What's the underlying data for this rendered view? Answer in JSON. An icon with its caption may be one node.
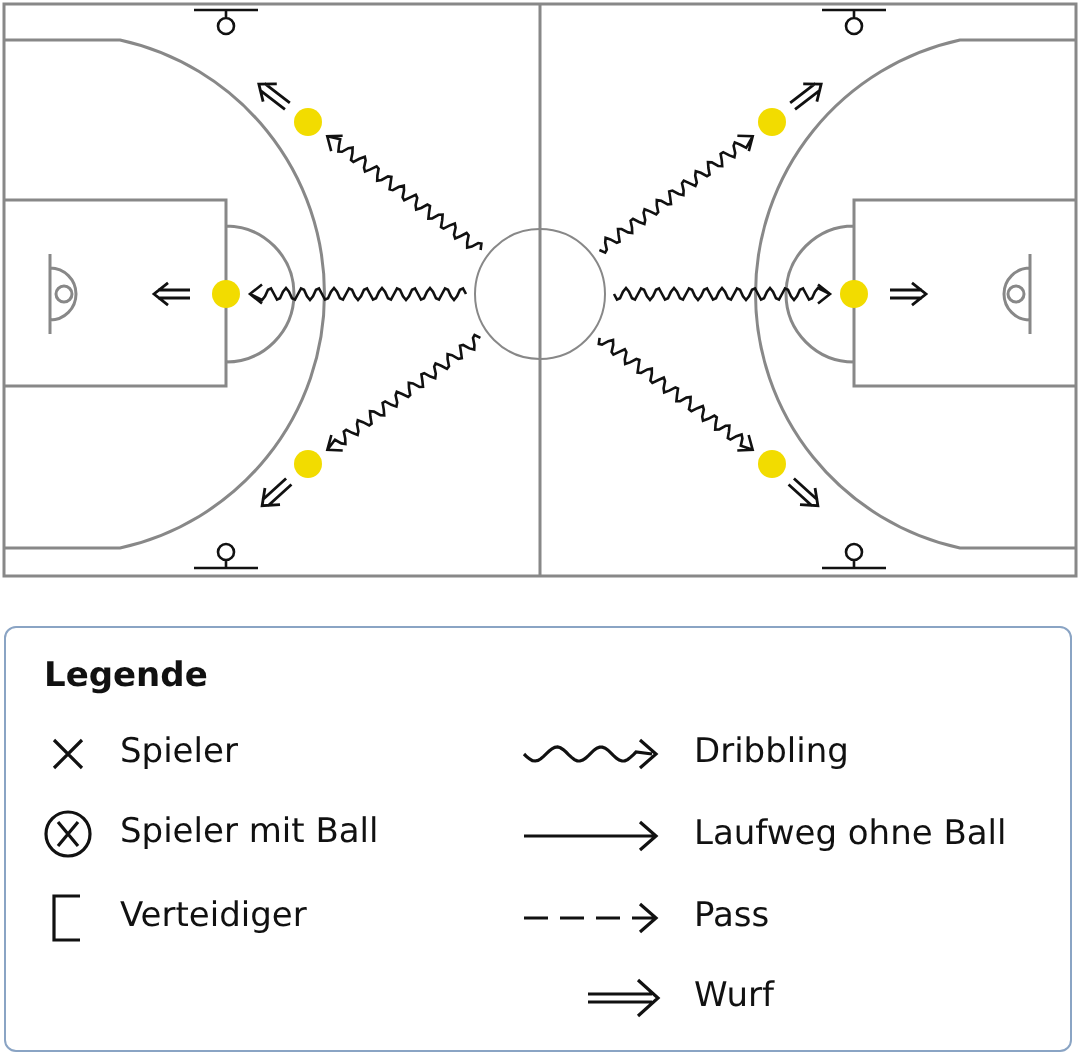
{
  "diagram": {
    "nodes": [
      {
        "text": [],
        "shape": "circle"
      },
      {
        "text": [],
        "shape": "circle"
      },
      {
        "text": [],
        "shape": "circle"
      },
      {
        "text": [],
        "shape": "circle"
      },
      {
        "text": [],
        "shape": "circle"
      },
      {
        "text": [],
        "shape": "circle"
      },
      {
        "text": [],
        "shape": "circle"
      }
    ],
    "edges": [
      {
        "from": 3,
        "to": 0,
        "arrow": "to"
      },
      {
        "from": 3,
        "to": 1,
        "arrow": "to"
      },
      {
        "from": 3,
        "to": 2,
        "arrow": "to"
      },
      {
        "from": 3,
        "to": 4,
        "arrow": "to"
      },
      {
        "from": 3,
        "to": 5,
        "arrow": "to"
      },
      {
        "from": 3,
        "to": 6,
        "arrow": "to"
      },
      {
        "from": 0,
        "to": null,
        "arrow": "to"
      },
      {
        "from": 1,
        "to": null,
        "arrow": "to"
      },
      {
        "from": 2,
        "to": null,
        "arrow": "to"
      },
      {
        "from": 4,
        "to": null,
        "arrow": "to"
      },
      {
        "from": 5,
        "to": null,
        "arrow": "to"
      },
      {
        "from": 6,
        "to": null,
        "arrow": "to"
      }
    ],
    "labels": [
      "Legende"
    ],
    "legend": [
      {
        "text": "Spieler"
      },
      {
        "text": "Spieler mit Ball"
      },
      {
        "text": "Verteidiger"
      },
      {
        "text": "Dribbling"
      },
      {
        "text": "Laufweg ohne Ball"
      },
      {
        "text": "Pass"
      },
      {
        "text": "Wurf"
      }
    ]
  }
}
